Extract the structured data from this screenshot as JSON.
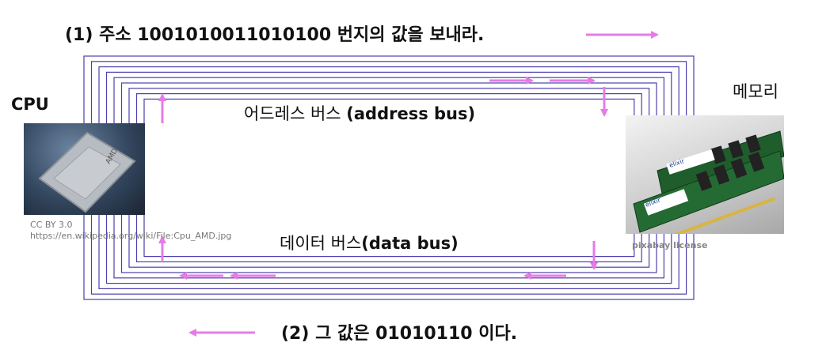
{
  "step1": {
    "prefix": "(1) 주소 ",
    "address": "1001010011010100",
    "suffix": " 번지의 값을 보내라."
  },
  "step2": {
    "prefix": "(2) 그 값은 ",
    "value": "01010110",
    "suffix": " 이다."
  },
  "cpu": {
    "label": "CPU",
    "credit_line1": "CC BY 3.0",
    "credit_line2": "https://en.wikipedia.org/wiki/File:Cpu_AMD.jpg",
    "chip_marking": "AMD"
  },
  "memory": {
    "label": "메모리",
    "credit": "pixabay license",
    "brand": "elixir"
  },
  "address_bus": {
    "label_ko": "어드레스 버스 ",
    "label_en": "(address bus)"
  },
  "data_bus": {
    "label_ko": "데이터 버스",
    "label_en": "(data bus)"
  },
  "colors": {
    "bus_line": "#4b3fae",
    "arrow": "#e67be6"
  }
}
